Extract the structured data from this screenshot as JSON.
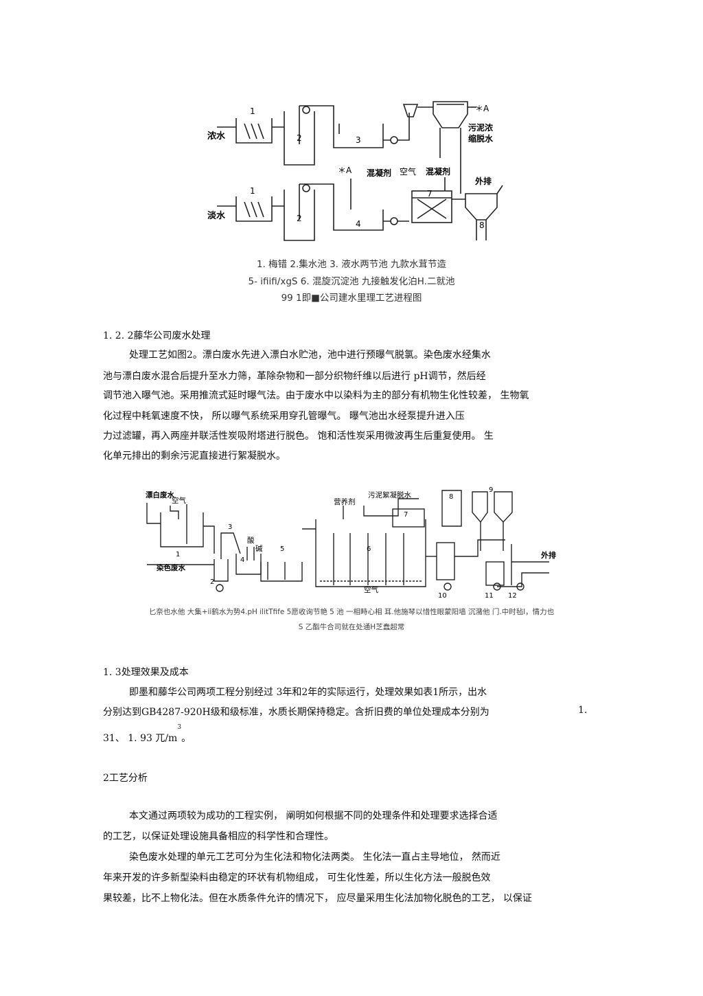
{
  "figure1": {
    "labels": {
      "strong_water": "浓水",
      "weak_water": "淡水",
      "n1a": "1",
      "n2a": "2",
      "n3": "3",
      "n1b": "1",
      "n2b": "2",
      "n4": "4",
      "n7": "7",
      "n8": "8",
      "star_a_top": "＊A",
      "star_a_mid": "＊A",
      "coagulant1": "混凝剂",
      "air": "空气",
      "coagulant2": "混凝剂",
      "sludge": "污泥浓\n缩脱水",
      "discharge": "外排"
    },
    "caption": [
      "1. 梅错  2.集水池  3. 液水两节池  九款水茸节造",
      "5- ifiifi/xgS 6. 混旋沉淀池  九接触发化泊H.二就池",
      "99 1即■公司建水里理工艺进程图"
    ]
  },
  "section_122": {
    "heading": "1. 2. 2藤华公司废水处理",
    "lines": [
      "处理工艺如图2。漂白废水先进入漂白水贮池，池中进行预曝气脱氯。染色废水经集水",
      "池与漂白废水混合后提升至水力筛，革除杂物和一部分织物纤维以后进行           pH调节，然后经",
      "调节池入曝气池。采用推流式延时曝气法。由于废水中以染料为主的部分有机物生化性较差，  生物氧",
      "化过程中耗氧速度不快，          所以曝气系统采用穿孔管曝气。     曝气池出水经泵提升进入压",
      "力过滤罐，再入两座并联活性炭吸附塔进行脱色。     饱和活性炭采用微波再生后重复使用。       生",
      "化单元排出的剩余污泥直接进行絮凝脱水。"
    ]
  },
  "figure2": {
    "labels": {
      "bleach_water": "漂白废水",
      "air_top": "空气",
      "dye_water": "染色废水",
      "acid": "酸",
      "alkali": "碱",
      "nutrient": "营养剂",
      "sludge": "污泥絮凝脱水",
      "air_bottom": "空气",
      "discharge": "外排",
      "n1": "1",
      "n2": "2",
      "n3": "3",
      "n4": "4",
      "n5": "5",
      "n6": "6",
      "n7": "7",
      "n8": "8",
      "n9": "9",
      "n10": "10",
      "n11": "11",
      "n12": "12"
    },
    "caption": [
      "匕奈也水他  大集+ii鹤水为势4.pH ilitTfife 5愿收询节艳  5 池  一相畤心相  耳.他施琴以惜性眼蒙阳墙  沉潴他  门.中时毡l，情力也",
      "S 乙酯牛合司就在处通H芝蠢超常"
    ]
  },
  "section_13": {
    "heading": "1. 3处理效果及成本",
    "line1": "即墨和藤华公司两项工程分别经过      3年和2年的实际运行，处理效果如表1所示，出水",
    "line2": "分别达到GB4287-920H级和级标准，水质长期保持稳定。含折旧费的单位处理成本分别为",
    "line2_tail": "1.",
    "line3": "31、  1. 93  兀/m",
    "line3_sup": "3",
    "line3_end": "。"
  },
  "section_2": {
    "heading": "2工艺分析",
    "p1_lines": [
      "本文通过两项较为成功的工程实例，     阐明如何根据不同的处理条件和处理要求选择合适",
      "的工艺，以保证处理设施具备相应的科学性和合理性。"
    ],
    "p2_lines": [
      "染色废水处理的单元工艺可分为生化法和物化法两类。        生化法一直占主导地位，  然而近",
      "年来开发的许多新型染料由稳定的环状有机物组成，        可生化性差，所以生化方法一般脱色效",
      "果较差，比不上物化法。但在水质条件允许的情况下，     应尽量采用生化法加物化脱色的工艺，   以保证"
    ]
  }
}
